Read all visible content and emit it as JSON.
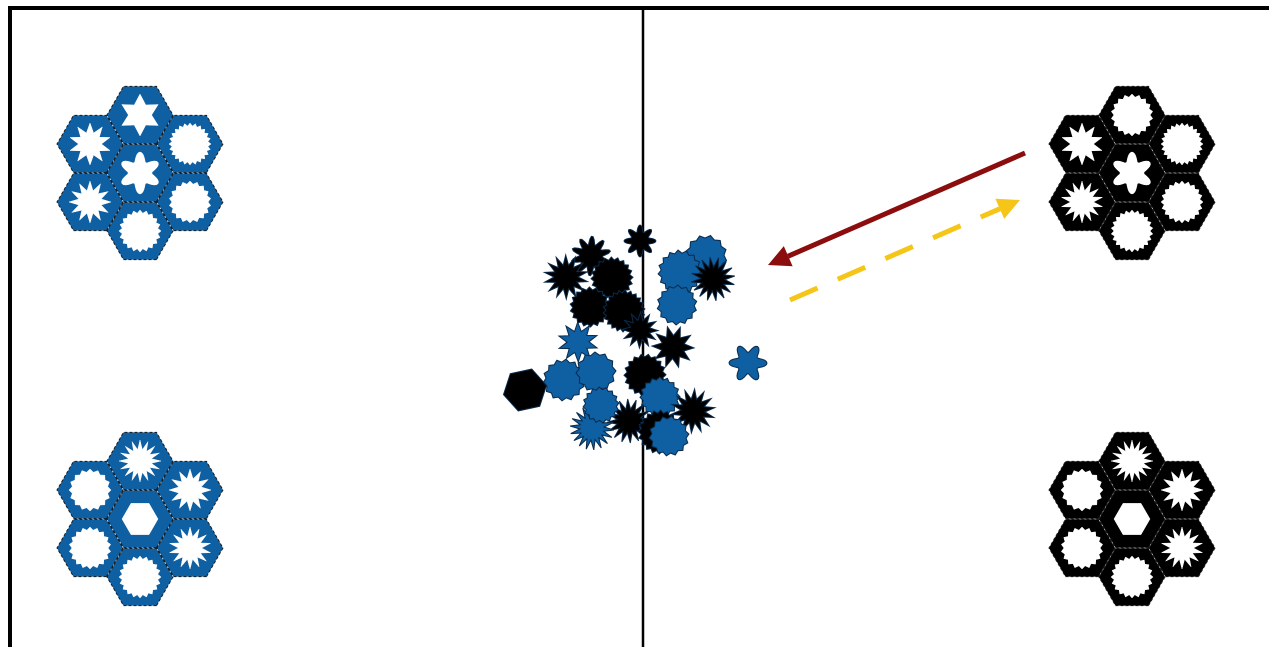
{
  "game": {
    "teams": [
      {
        "name": "blue",
        "color": "#0f5fa3"
      },
      {
        "name": "black",
        "color": "#000000"
      }
    ],
    "trays": [
      {
        "id": "tray-blue-top",
        "team": "blue",
        "cutouts": [
          "star-10",
          "star-6",
          "gear-24",
          "star-12",
          "gear-18",
          "gear-20",
          "flower-6"
        ]
      },
      {
        "id": "tray-blue-bottom",
        "team": "blue",
        "cutouts": [
          "gear-16",
          "star-16",
          "star-12",
          "gear-18",
          "star-14",
          "gear-20",
          "hexagon"
        ]
      },
      {
        "id": "tray-black-top",
        "team": "black",
        "cutouts": [
          "star-10",
          "gear-18",
          "gear-24",
          "star-14",
          "gear-20",
          "gear-22",
          "flower-6"
        ]
      },
      {
        "id": "tray-black-bottom",
        "team": "black",
        "cutouts": [
          "gear-16",
          "star-16",
          "star-12",
          "gear-18",
          "star-14",
          "gear-20",
          "hexagon"
        ]
      }
    ],
    "arrows": [
      {
        "id": "arrow-red",
        "color": "#8b0d0d",
        "style": "solid"
      },
      {
        "id": "arrow-yellow",
        "color": "#f5c518",
        "style": "dashed"
      }
    ],
    "center_pile": [
      {
        "team": "black",
        "shape": "flower-8"
      },
      {
        "team": "black",
        "shape": "flower-10"
      },
      {
        "team": "blue",
        "shape": "gear-12"
      },
      {
        "team": "black",
        "shape": "star-14"
      },
      {
        "team": "blue",
        "shape": "gear-16"
      },
      {
        "team": "black",
        "shape": "gear-20"
      },
      {
        "team": "black",
        "shape": "star-16"
      },
      {
        "team": "black",
        "shape": "gear-18"
      },
      {
        "team": "blue",
        "shape": "gear-14"
      },
      {
        "team": "black",
        "shape": "gear-22"
      },
      {
        "team": "black",
        "shape": "star-12"
      },
      {
        "team": "blue",
        "shape": "star-10"
      },
      {
        "team": "black",
        "shape": "star-10"
      },
      {
        "team": "blue",
        "shape": "gear-14"
      },
      {
        "team": "blue",
        "shape": "gear-12"
      },
      {
        "team": "black",
        "shape": "hexagon"
      },
      {
        "team": "black",
        "shape": "gear-18"
      },
      {
        "team": "blue",
        "shape": "flower-6"
      },
      {
        "team": "blue",
        "shape": "gear-16"
      },
      {
        "team": "black",
        "shape": "star-14"
      },
      {
        "team": "black",
        "shape": "star-16"
      },
      {
        "team": "blue",
        "shape": "star-18"
      },
      {
        "team": "blue",
        "shape": "gear-16"
      },
      {
        "team": "black",
        "shape": "gear-20"
      },
      {
        "team": "blue",
        "shape": "gear-14"
      }
    ]
  }
}
